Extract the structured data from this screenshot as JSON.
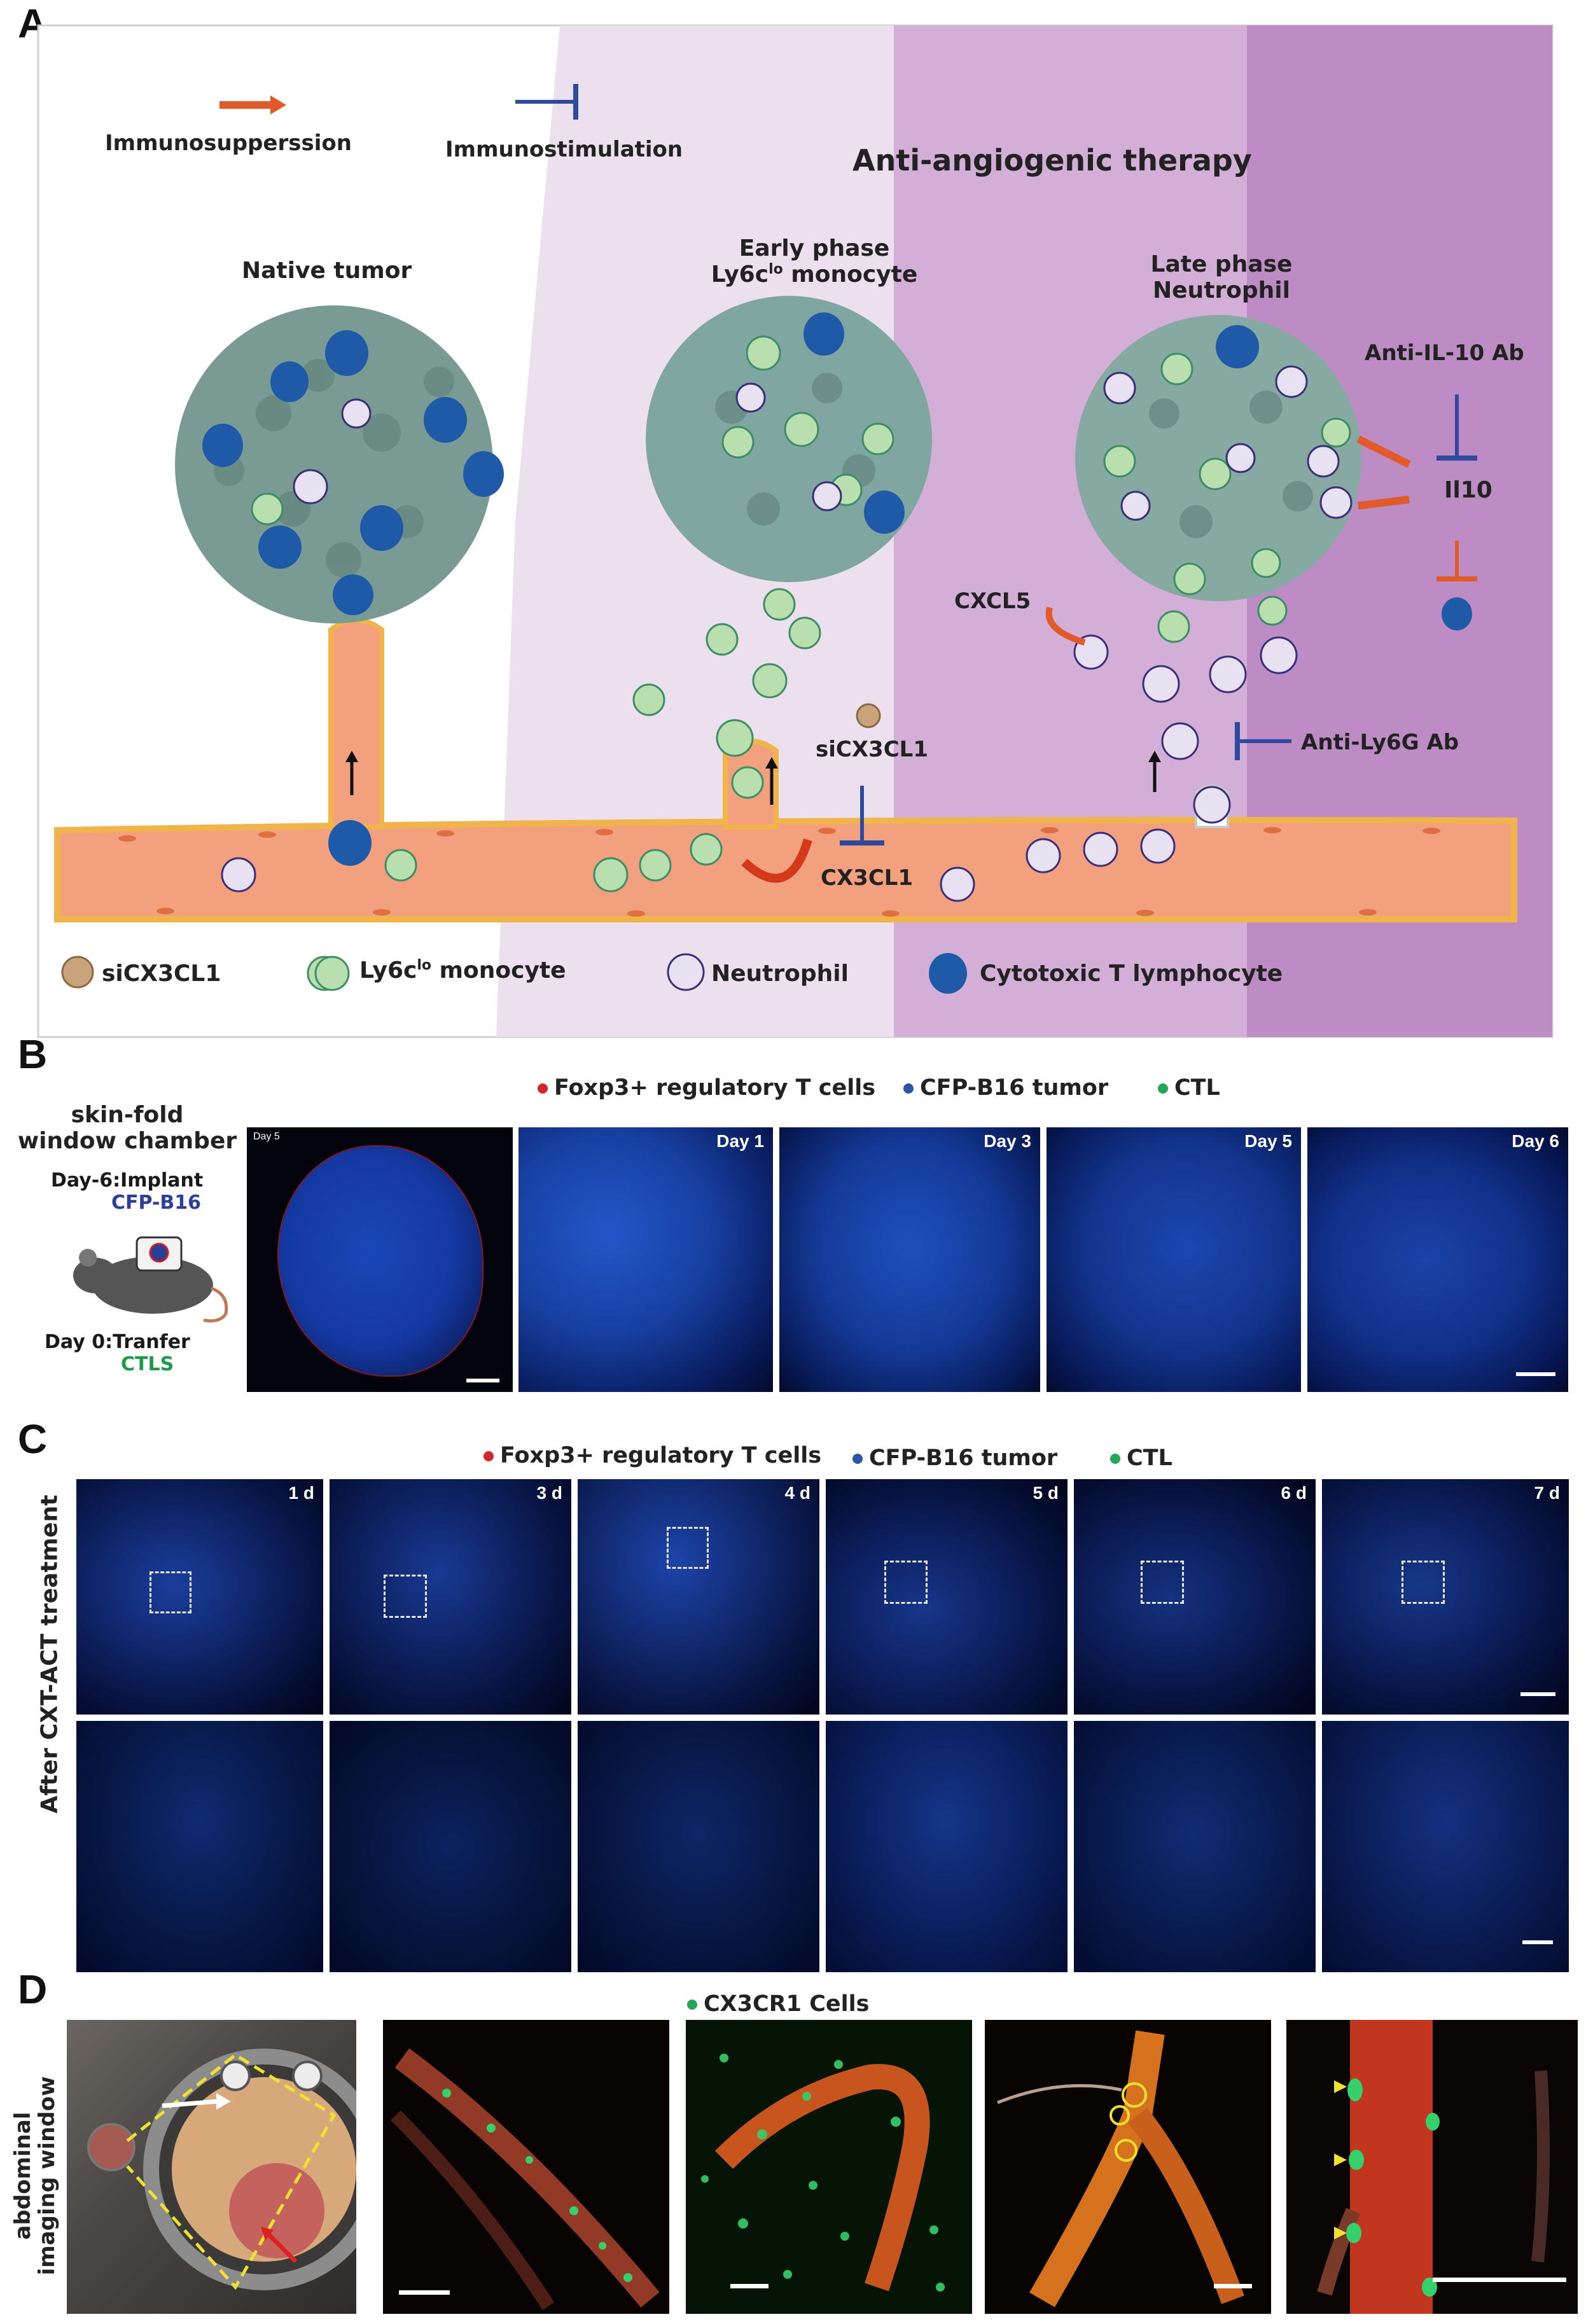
{
  "panels": {
    "A": {
      "letter": "A",
      "legend_top": {
        "immunosuppression": "Immunosupperssion",
        "immunostimulation": "Immunostimulation"
      },
      "therapy_title": "Anti-angiogenic therapy",
      "stages": {
        "native": "Native tumor",
        "early_line1": "Early phase",
        "early_line2_pre": "Ly6c",
        "early_line2_sup": "lo",
        "early_line2_post": " monocyte",
        "late_line1": "Late phase",
        "late_line2": "Neutrophil"
      },
      "labels": {
        "anti_il10": "Anti-IL-10 Ab",
        "il10": "Il10",
        "cxcl5": "CXCL5",
        "sicx3cl1": "siCX3CL1",
        "cx3cl1": "CX3CL1",
        "anti_ly6g": "Anti-Ly6G Ab"
      },
      "legend_bottom": {
        "sicx3cl1": "siCX3CL1",
        "monocyte_pre": "Ly6c",
        "monocyte_sup": "lo",
        "monocyte_post": " monocyte",
        "neutrophil": "Neutrophil",
        "ctl": "Cytotoxic T lymphocyte"
      },
      "colors": {
        "bg_light": "#ecdfee",
        "bg_mid": "#d3aed6",
        "bg_dark": "#bd8cc4",
        "vessel": "#f2a07e",
        "arrow_red": "#e05a2a",
        "inhibit_blue": "#2f4a9c"
      }
    },
    "B": {
      "letter": "B",
      "schematic": {
        "title_line1": "skin-fold",
        "title_line2": "window chamber",
        "step1_line1": "Day-6:Implant",
        "step1_line2": "CFP-B16",
        "step2_line1": "Day 0:Tranfer",
        "step2_line2": "CTLS"
      },
      "legend": {
        "treg": "Foxp3+ regulatory T cells",
        "tumor": "CFP-B16 tumor",
        "ctl": "CTL"
      },
      "overview_day": "Day 5",
      "days": [
        "Day 1",
        "Day 3",
        "Day 5",
        "Day 6"
      ]
    },
    "C": {
      "letter": "C",
      "side_label": "After CXT-ACT treatment",
      "legend": {
        "treg": "Foxp3+ regulatory T cells",
        "tumor": "CFP-B16 tumor",
        "ctl": "CTL"
      },
      "days": [
        "1 d",
        "3 d",
        "4 d",
        "5 d",
        "6 d",
        "7 d"
      ]
    },
    "D": {
      "letter": "D",
      "side_label_line1": "abdominal",
      "side_label_line2": "imaging window",
      "legend": "CX3CR1 Cells"
    }
  },
  "legend_colors": {
    "treg": "#d3252b",
    "tumor": "#2a55a8",
    "ctl": "#22a65a"
  }
}
